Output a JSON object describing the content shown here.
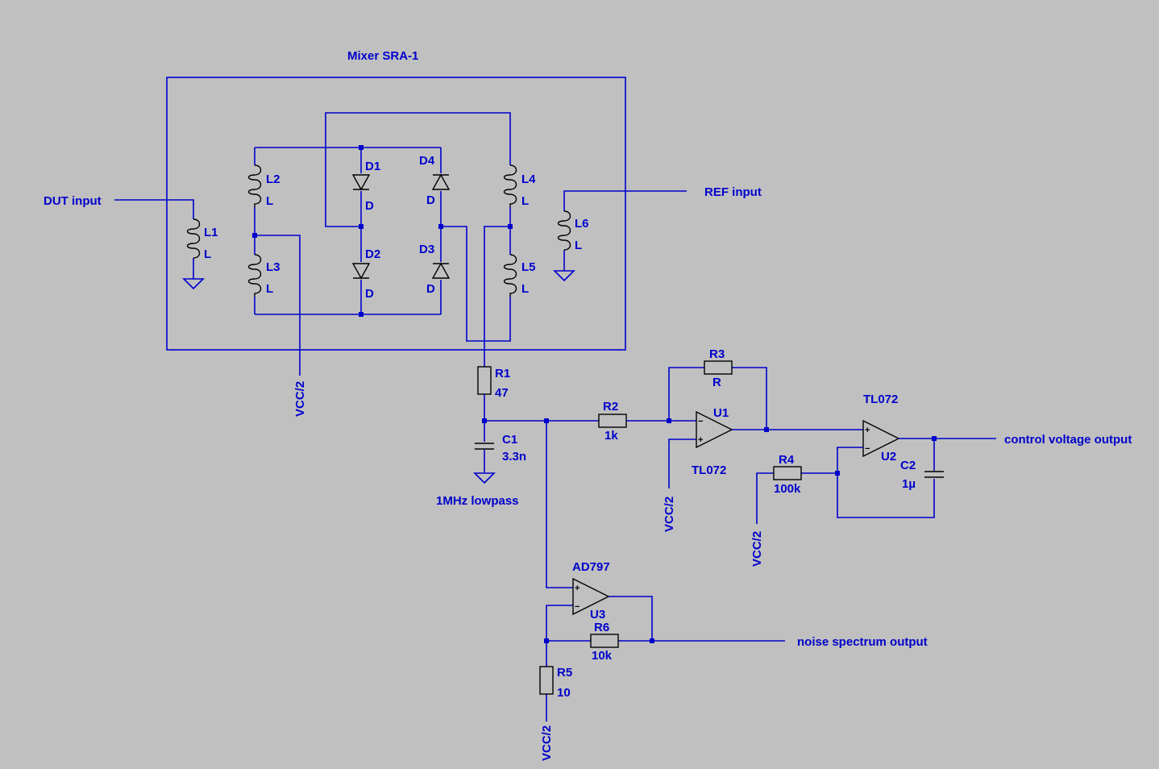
{
  "mixer": {
    "title": "Mixer SRA-1"
  },
  "ports": {
    "dut": "DUT input",
    "ref": "REF input",
    "control": "control voltage output",
    "noise": "noise spectrum output"
  },
  "notes": {
    "lowpass": "1MHz lowpass"
  },
  "supply": {
    "vcc": "VCC/2"
  },
  "components": {
    "L1": {
      "ref": "L1",
      "value": "L"
    },
    "L2": {
      "ref": "L2",
      "value": "L"
    },
    "L3": {
      "ref": "L3",
      "value": "L"
    },
    "L4": {
      "ref": "L4",
      "value": "L"
    },
    "L5": {
      "ref": "L5",
      "value": "L"
    },
    "L6": {
      "ref": "L6",
      "value": "L"
    },
    "D1": {
      "ref": "D1",
      "value": "D"
    },
    "D2": {
      "ref": "D2",
      "value": "D"
    },
    "D3": {
      "ref": "D3",
      "value": "D"
    },
    "D4": {
      "ref": "D4",
      "value": "D"
    },
    "R1": {
      "ref": "R1",
      "value": "47"
    },
    "R2": {
      "ref": "R2",
      "value": "1k"
    },
    "R3": {
      "ref": "R3",
      "value": "R"
    },
    "R4": {
      "ref": "R4",
      "value": "100k"
    },
    "R5": {
      "ref": "R5",
      "value": "10"
    },
    "R6": {
      "ref": "R6",
      "value": "10k"
    },
    "C1": {
      "ref": "C1",
      "value": "3.3n"
    },
    "C2": {
      "ref": "C2",
      "value": "1µ"
    },
    "U1": {
      "ref": "U1",
      "value": "TL072"
    },
    "U2": {
      "ref": "U2",
      "value": "TL072"
    },
    "U3": {
      "ref": "U3",
      "value": "AD797"
    }
  }
}
